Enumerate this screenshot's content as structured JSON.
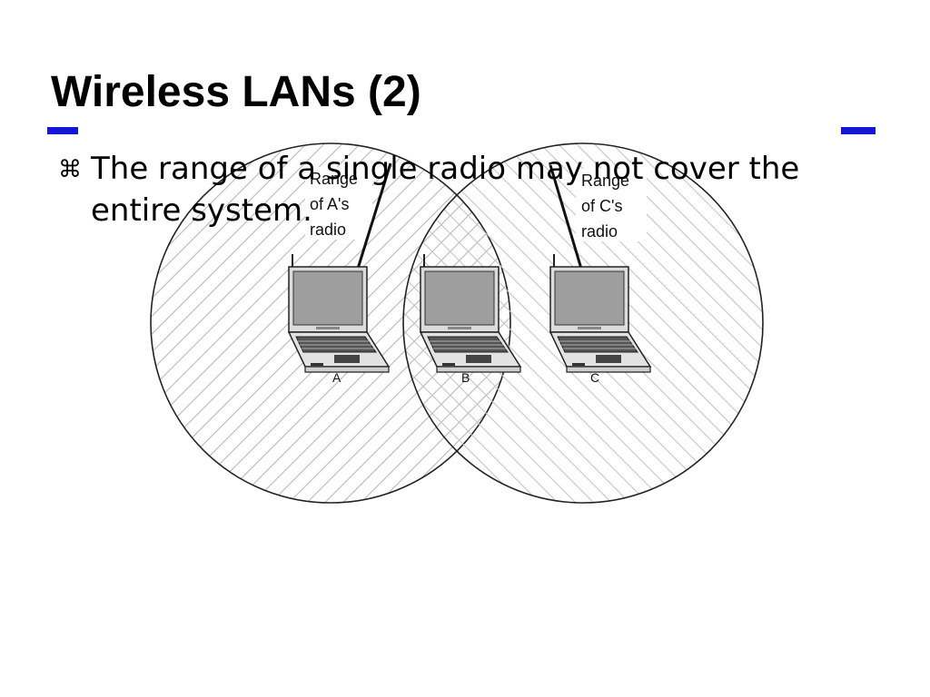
{
  "slide": {
    "title": "Wireless LANs (2)",
    "bullet": "The range of a single radio may not cover the entire system.",
    "bullet_marker": "⌘",
    "accent_color": "#1515d6"
  },
  "diagram": {
    "range_labels": [
      {
        "line1": "Range",
        "line2": "of A's",
        "line3": "radio"
      },
      {
        "line1": "Range",
        "line2": "of C's",
        "line3": "radio"
      }
    ],
    "stations": [
      {
        "label": "A"
      },
      {
        "label": "B"
      },
      {
        "label": "C"
      }
    ]
  }
}
